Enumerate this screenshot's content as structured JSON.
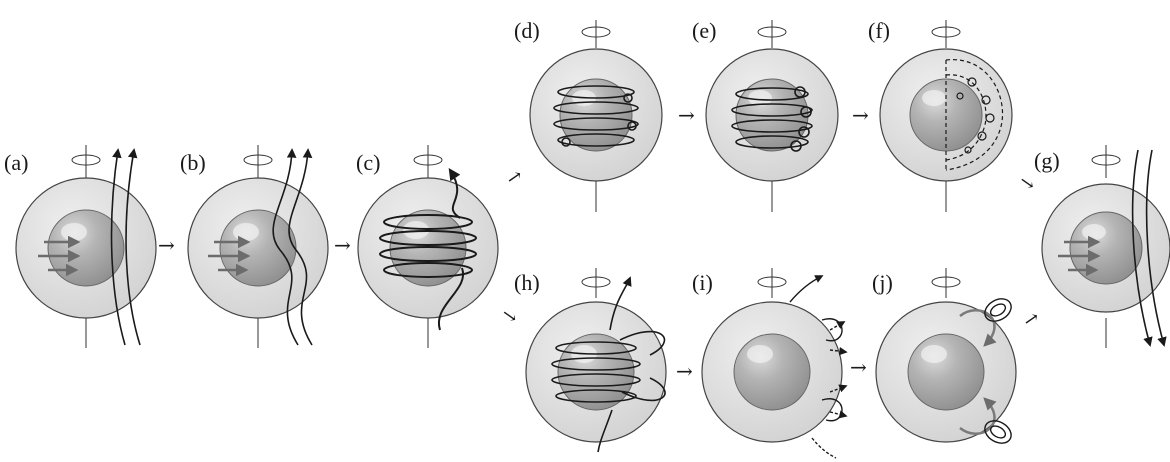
{
  "panels": [
    {
      "id": "a",
      "label": "(a)",
      "state": "poloidal field threading star, differential rotation arrows"
    },
    {
      "id": "b",
      "label": "(b)",
      "state": "field lines bent by rotation"
    },
    {
      "id": "c",
      "label": "(c)",
      "state": "toroidal field wound around core"
    },
    {
      "id": "d",
      "label": "(d)",
      "state": "toroidal loops with small eddies"
    },
    {
      "id": "e",
      "label": "(e)",
      "state": "flux tubes rising"
    },
    {
      "id": "f",
      "label": "(f)",
      "state": "flux emerges near surface"
    },
    {
      "id": "g",
      "label": "(g)",
      "state": "return to poloidal configuration"
    },
    {
      "id": "h",
      "label": "(h)",
      "state": "loops buoyantly rise to surface"
    },
    {
      "id": "i",
      "label": "(i)",
      "state": "field lines reconnect at surface"
    },
    {
      "id": "j",
      "label": "(j)",
      "state": "closed loops at high latitude"
    }
  ],
  "colors": {
    "envelope": "#dcdcdc",
    "core": "#a9a9a9",
    "line": "#1a1a1a",
    "arrow_grey": "#707070"
  }
}
